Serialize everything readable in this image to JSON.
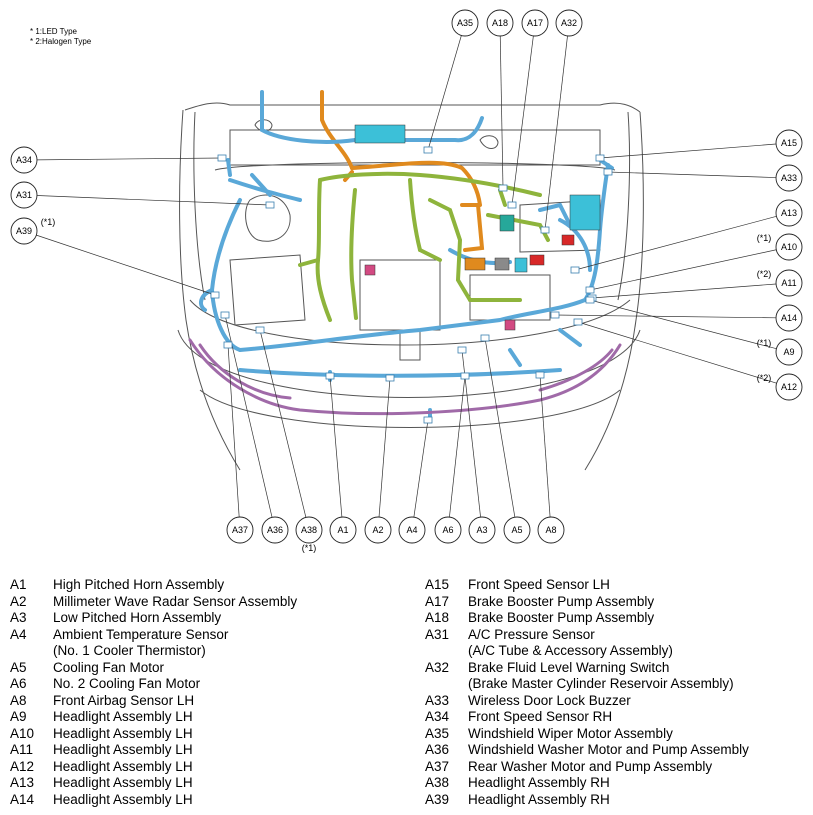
{
  "notes": [
    "* 1:LED Type",
    "* 2:Halogen Type"
  ],
  "colors": {
    "harness_blue": "#5aa8d8",
    "harness_green": "#8eb43c",
    "harness_orange": "#e08a1e",
    "harness_purple": "#a06aa8",
    "connector_cyan": "#3cc0d8",
    "connector_pink": "#d24a82",
    "connector_red": "#d82828"
  },
  "callouts": [
    {
      "id": "A34",
      "label": "A34",
      "note": ""
    },
    {
      "id": "A31",
      "label": "A31",
      "note": ""
    },
    {
      "id": "A39",
      "label": "A39",
      "note": "(*1)"
    },
    {
      "id": "A35",
      "label": "A35",
      "note": ""
    },
    {
      "id": "A18",
      "label": "A18",
      "note": ""
    },
    {
      "id": "A17",
      "label": "A17",
      "note": ""
    },
    {
      "id": "A32",
      "label": "A32",
      "note": ""
    },
    {
      "id": "A15",
      "label": "A15",
      "note": ""
    },
    {
      "id": "A33",
      "label": "A33",
      "note": ""
    },
    {
      "id": "A13",
      "label": "A13",
      "note": ""
    },
    {
      "id": "A10",
      "label": "A10",
      "note": "(*1)"
    },
    {
      "id": "A11",
      "label": "A11",
      "note": "(*2)"
    },
    {
      "id": "A14",
      "label": "A14",
      "note": ""
    },
    {
      "id": "A9",
      "label": "A9",
      "note": "(*1)"
    },
    {
      "id": "A12",
      "label": "A12",
      "note": "(*2)"
    },
    {
      "id": "A37",
      "label": "A37",
      "note": ""
    },
    {
      "id": "A36",
      "label": "A36",
      "note": ""
    },
    {
      "id": "A38",
      "label": "A38",
      "note": "(*1)"
    },
    {
      "id": "A1",
      "label": "A1",
      "note": ""
    },
    {
      "id": "A2",
      "label": "A2",
      "note": ""
    },
    {
      "id": "A4",
      "label": "A4",
      "note": ""
    },
    {
      "id": "A6",
      "label": "A6",
      "note": ""
    },
    {
      "id": "A3",
      "label": "A3",
      "note": ""
    },
    {
      "id": "A5",
      "label": "A5",
      "note": ""
    },
    {
      "id": "A8",
      "label": "A8",
      "note": ""
    }
  ],
  "legend_left": [
    {
      "code": "A1",
      "lines": [
        "High Pitched Horn Assembly"
      ]
    },
    {
      "code": "A2",
      "lines": [
        "Millimeter Wave Radar Sensor Assembly"
      ]
    },
    {
      "code": "A3",
      "lines": [
        "Low Pitched Horn Assembly"
      ]
    },
    {
      "code": "A4",
      "lines": [
        "Ambient Temperature Sensor",
        "(No. 1 Cooler Thermistor)"
      ]
    },
    {
      "code": "A5",
      "lines": [
        "Cooling Fan Motor"
      ]
    },
    {
      "code": "A6",
      "lines": [
        "No. 2 Cooling Fan Motor"
      ]
    },
    {
      "code": "A8",
      "lines": [
        "Front Airbag Sensor LH"
      ]
    },
    {
      "code": "A9",
      "lines": [
        "Headlight Assembly LH"
      ]
    },
    {
      "code": "A10",
      "lines": [
        "Headlight Assembly LH"
      ]
    },
    {
      "code": "A11",
      "lines": [
        "Headlight Assembly LH"
      ]
    },
    {
      "code": "A12",
      "lines": [
        "Headlight Assembly LH"
      ]
    },
    {
      "code": "A13",
      "lines": [
        "Headlight Assembly LH"
      ]
    },
    {
      "code": "A14",
      "lines": [
        "Headlight Assembly LH"
      ]
    }
  ],
  "legend_right": [
    {
      "code": "A15",
      "lines": [
        "Front Speed Sensor LH"
      ]
    },
    {
      "code": "A17",
      "lines": [
        "Brake Booster Pump Assembly"
      ]
    },
    {
      "code": "A18",
      "lines": [
        "Brake Booster Pump Assembly"
      ]
    },
    {
      "code": "A31",
      "lines": [
        "A/C Pressure Sensor",
        "(A/C Tube & Accessory Assembly)"
      ]
    },
    {
      "code": "A32",
      "lines": [
        "Brake Fluid Level Warning Switch",
        "(Brake Master Cylinder Reservoir Assembly)"
      ]
    },
    {
      "code": "A33",
      "lines": [
        "Wireless Door Lock Buzzer"
      ]
    },
    {
      "code": "A34",
      "lines": [
        "Front Speed Sensor RH"
      ]
    },
    {
      "code": "A35",
      "lines": [
        "Windshield Wiper Motor Assembly"
      ]
    },
    {
      "code": "A36",
      "lines": [
        "Windshield Washer Motor and Pump Assembly"
      ]
    },
    {
      "code": "A37",
      "lines": [
        "Rear Washer Motor and Pump Assembly"
      ]
    },
    {
      "code": "A38",
      "lines": [
        "Headlight Assembly RH"
      ]
    },
    {
      "code": "A39",
      "lines": [
        "Headlight Assembly RH"
      ]
    }
  ]
}
